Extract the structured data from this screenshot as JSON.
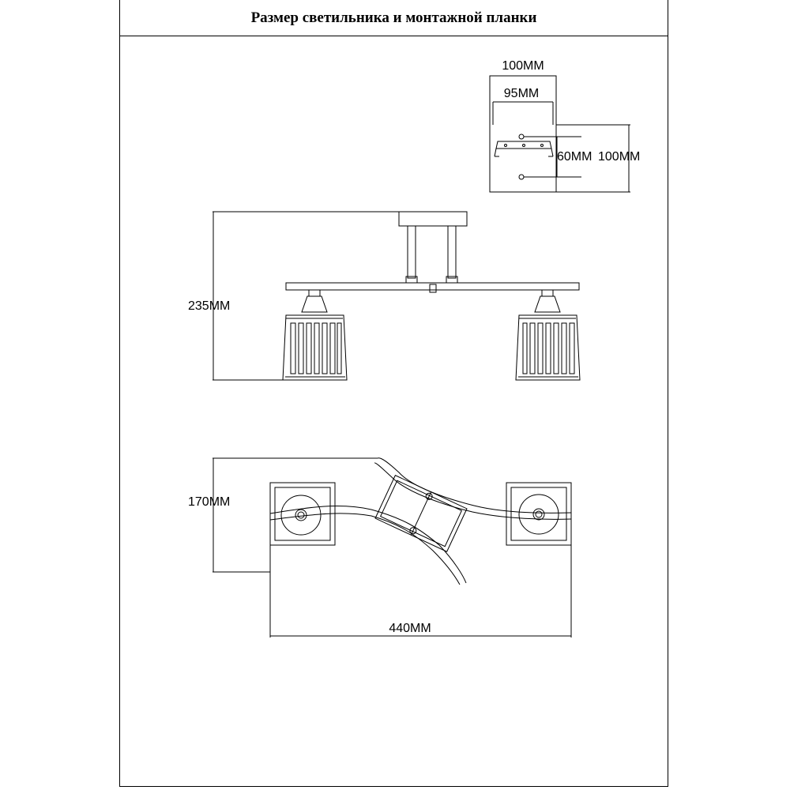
{
  "title": "Размер светильника и монтажной планки",
  "dimensions": {
    "bracket_outer_width": "100MM",
    "bracket_inner_width": "95MM",
    "bracket_hole_spacing": "60MM",
    "bracket_height": "100MM",
    "fixture_height": "235MM",
    "fixture_depth": "170MM",
    "fixture_length": "440MM"
  }
}
